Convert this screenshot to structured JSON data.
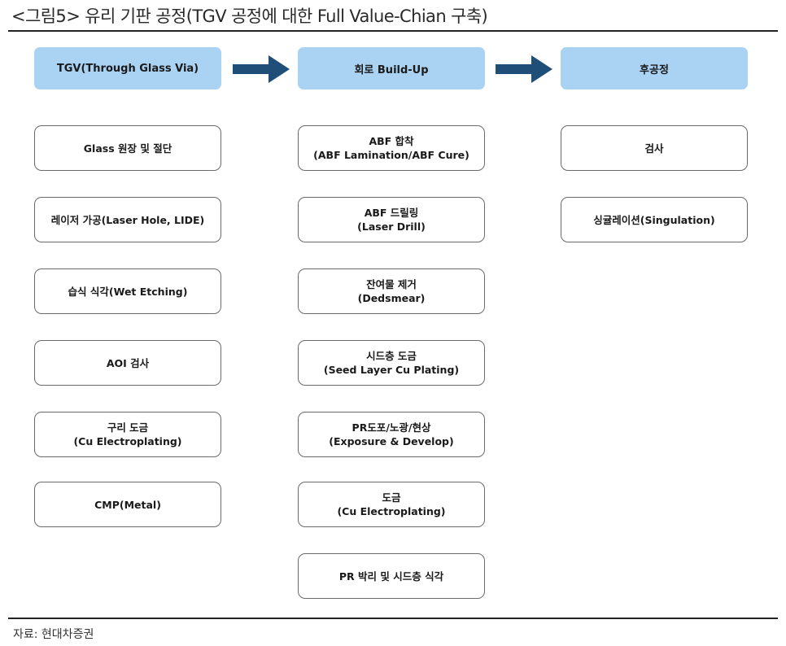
{
  "title": "<그림5> 유리 기판 공정(TGV 공정에 대한 Full Value-Chian 구축)",
  "source": "자료: 현대차증권",
  "arrow_color": "#1f4e79",
  "header_color": "#a9d2f3",
  "columns": [
    {
      "header": "TGV(Through Glass Via)",
      "steps": [
        {
          "line1": "Glass 원장 및 절단",
          "line2": ""
        },
        {
          "line1": "레이저 가공(Laser Hole, LIDE)",
          "line2": ""
        },
        {
          "line1": "습식 식각(Wet Etching)",
          "line2": ""
        },
        {
          "line1": "AOI 검사",
          "line2": ""
        },
        {
          "line1": "구리 도금",
          "line2": "(Cu Electroplating)"
        },
        {
          "line1": "CMP(Metal)",
          "line2": ""
        }
      ]
    },
    {
      "header": "회로 Build-Up",
      "steps": [
        {
          "line1": "ABF 합착",
          "line2": "(ABF Lamination/ABF Cure)"
        },
        {
          "line1": "ABF 드릴링",
          "line2": "(Laser Drill)"
        },
        {
          "line1": "잔여물 제거",
          "line2": "(Dedsmear)"
        },
        {
          "line1": "시드층 도금",
          "line2": "(Seed Layer Cu Plating)"
        },
        {
          "line1": "PR도포/노광/현상",
          "line2": "(Exposure & Develop)"
        },
        {
          "line1": "도금",
          "line2": "(Cu Electroplating)"
        },
        {
          "line1": "PR 박리 및 시드층 식각",
          "line2": ""
        }
      ]
    },
    {
      "header": "후공정",
      "steps": [
        {
          "line1": "검사",
          "line2": ""
        },
        {
          "line1": "싱귤레이션(Singulation)",
          "line2": ""
        }
      ]
    }
  ]
}
